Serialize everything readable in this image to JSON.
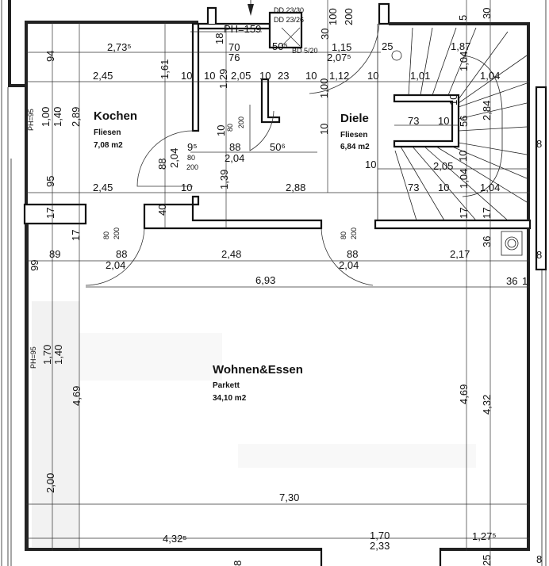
{
  "rooms": {
    "kochen": {
      "name": "Kochen",
      "floor": "Fliesen",
      "area": "7,08 m2"
    },
    "diele": {
      "name": "Diele",
      "floor": "Fliesen",
      "area": "6,84 m2"
    },
    "wohnen": {
      "name": "Wohnen&Essen",
      "floor": "Parkett",
      "area": "34,10 m2"
    }
  },
  "dimensions": [
    "PH=159",
    "DD 23/30",
    "DD 23/26",
    "BD 5/20",
    "70",
    "76",
    "18",
    "50⁵",
    "1,15",
    "2,07⁵",
    "30",
    "100",
    "200",
    "25",
    "1,87",
    "1,04",
    "5",
    "30",
    "2,73⁵",
    "94",
    "2,45",
    "1,61",
    "10",
    "10",
    "1,29",
    "2,05",
    "10",
    "23",
    "10",
    "1,12",
    "10",
    "1,01",
    "1,04",
    "1,00",
    "PH=95",
    "1,00",
    "1,40",
    "2,89",
    "73",
    "10",
    "56",
    "2,84",
    "10",
    "10",
    "80",
    "200",
    "9⁵",
    "88",
    "50⁶",
    "80",
    "200",
    "2,04",
    "88",
    "2,04",
    "10",
    "2,05",
    "10",
    "1,39",
    "95",
    "2,45",
    "10",
    "2,88",
    "73",
    "10",
    "1,04",
    "1,04",
    "40",
    "17",
    "17",
    "17",
    "80",
    "200",
    "80",
    "200",
    "17",
    "89",
    "88",
    "2,48",
    "88",
    "2,17",
    "36",
    "8",
    "99",
    "2,04",
    "2,04",
    "6,93",
    "36",
    "1",
    "PH=95",
    "1,70",
    "1,40",
    "4,69",
    "4,69",
    "4,32",
    "8",
    "2,00",
    "7,30",
    "4,32⁵",
    "1,70",
    "2,33",
    "1,27⁵",
    "25",
    "8",
    "8",
    "10"
  ]
}
